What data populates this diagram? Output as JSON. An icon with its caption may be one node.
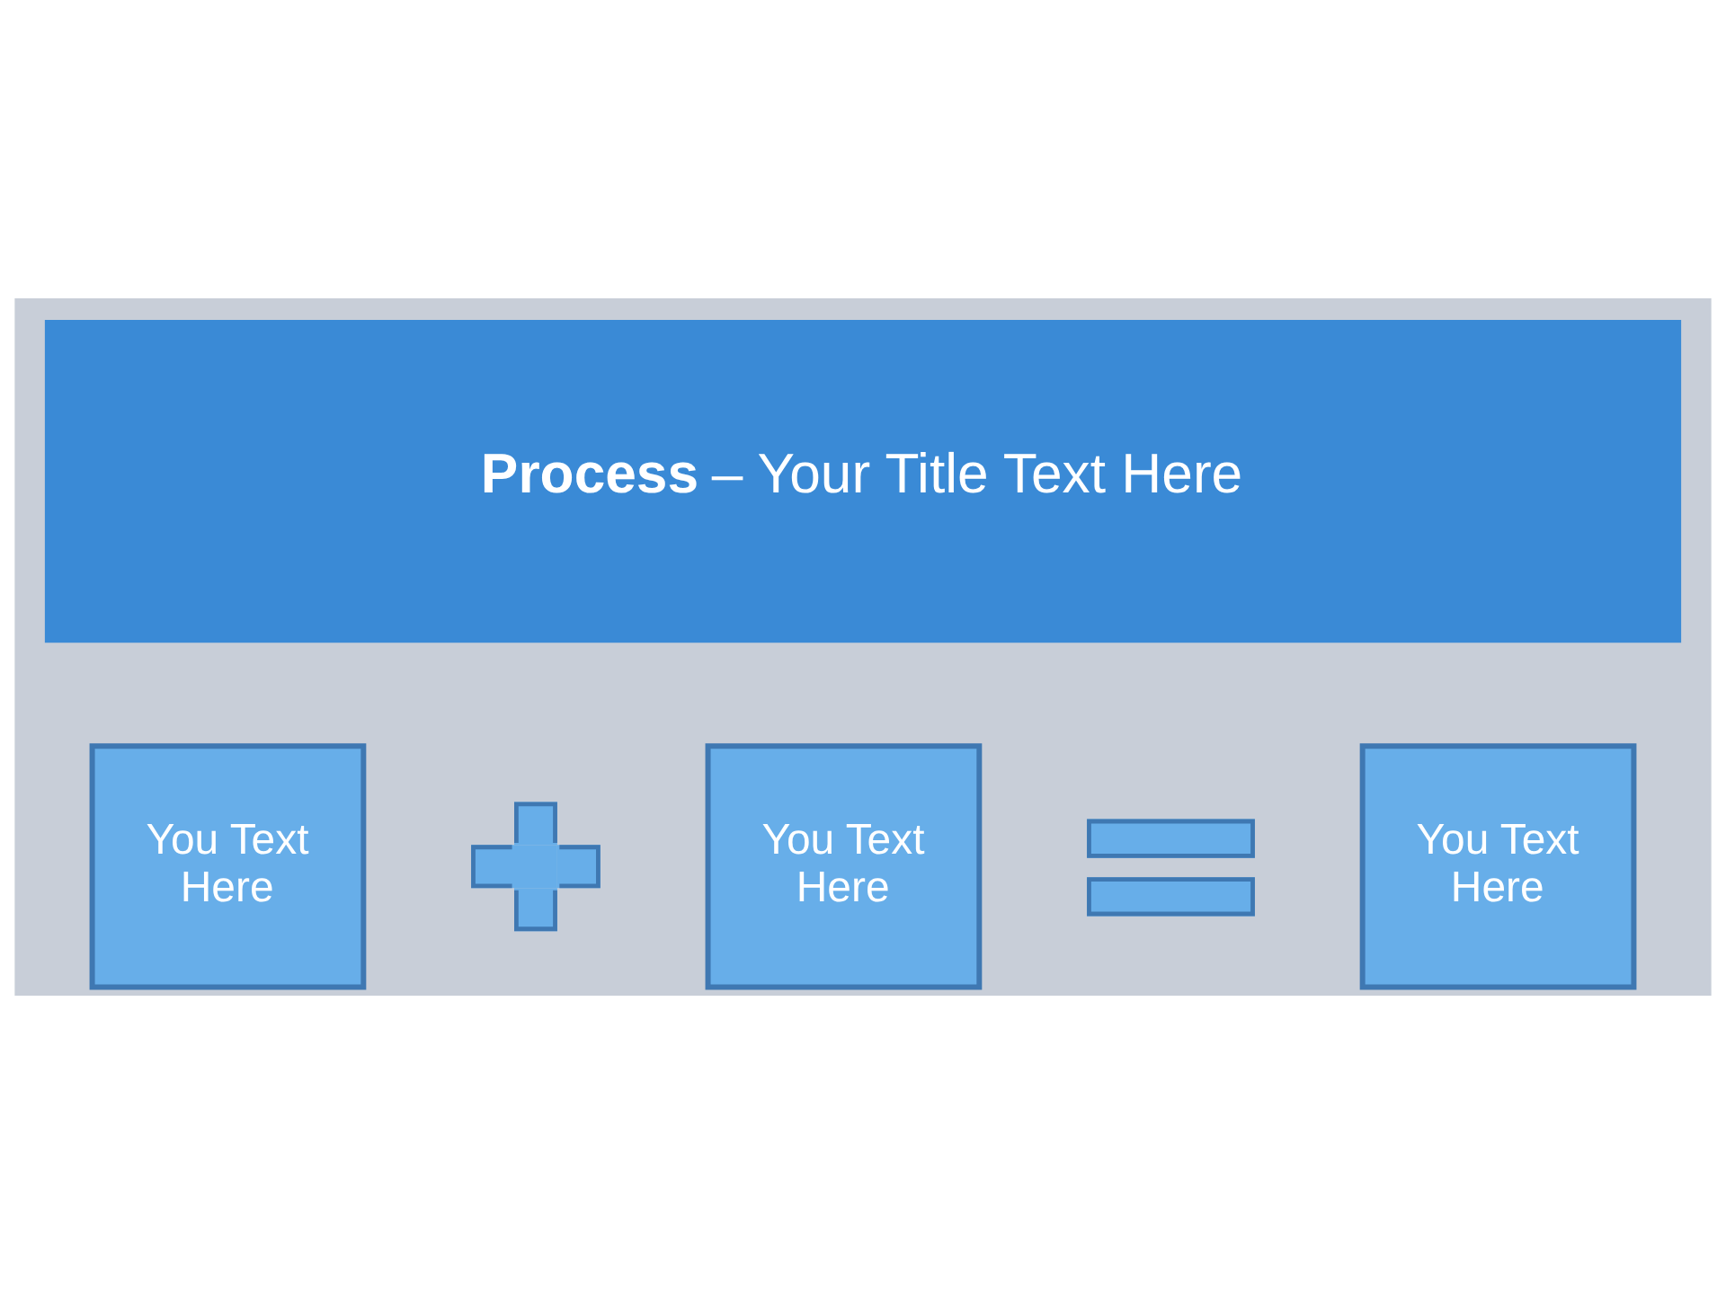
{
  "diagram": {
    "title": "**Process** – Your Title Text Here",
    "nodes": [
      {
        "text": [
          "You Text Here"
        ]
      },
      {
        "text": [],
        "shape": "plus"
      },
      {
        "text": [
          "You Text Here"
        ]
      },
      {
        "text": [],
        "shape": "equals"
      },
      {
        "text": [
          "You Text Here"
        ]
      }
    ]
  }
}
